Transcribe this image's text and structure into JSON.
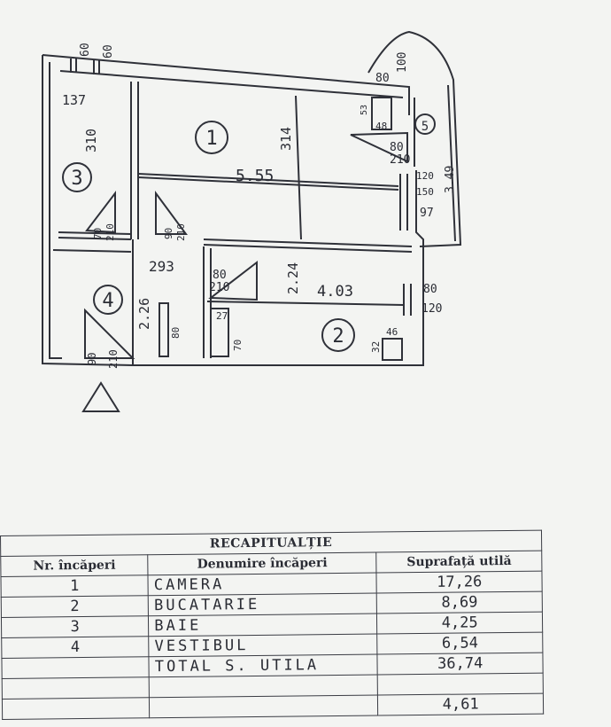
{
  "plan": {
    "rooms": {
      "r1": "1",
      "r2": "2",
      "r3": "3",
      "r4": "4",
      "r5": "5"
    },
    "dims": {
      "d_60a": "60",
      "d_60b": "60",
      "d_80top": "80",
      "d_100": "100",
      "d_137": "137",
      "d_310": "310",
      "d_53": "53",
      "d_48": "48",
      "d_314": "314",
      "d_555": "5.55",
      "d_80w": "80",
      "d_210w": "210",
      "d_120": "120",
      "d_150": "150",
      "d_97": "97",
      "d_349": "3.49",
      "d_70": "70",
      "d_210a": "210",
      "d_90": "90",
      "d_210b": "210",
      "d_293": "293",
      "d_80b": "80",
      "d_210c": "210",
      "d_224": "2.24",
      "d_403": "4.03",
      "d_80r": "80",
      "d_120r": "120",
      "d_226": "2.26",
      "d_80s": "80",
      "d_27": "27",
      "d_70b": "70",
      "d_32": "32",
      "d_46": "46",
      "d_90b": "90",
      "d_210d": "210"
    }
  },
  "recap": {
    "title": "RECAPITUALȚIE",
    "headers": [
      "Nr. încăperi",
      "Denumire încăperi",
      "Suprafață utilă"
    ],
    "rows": [
      {
        "nr": "1",
        "name": "CAMERA",
        "area": "17,26"
      },
      {
        "nr": "2",
        "name": "BUCATARIE",
        "area": "8,69"
      },
      {
        "nr": "3",
        "name": "BAIE",
        "area": "4,25"
      },
      {
        "nr": "4",
        "name": "VESTIBUL",
        "area": "6,54"
      },
      {
        "nr": "",
        "name": "TOTAL S. UTILA",
        "area": "36,74"
      },
      {
        "nr": "",
        "name": "",
        "area": ""
      },
      {
        "nr": "",
        "name": "",
        "area": "4,61"
      }
    ]
  }
}
